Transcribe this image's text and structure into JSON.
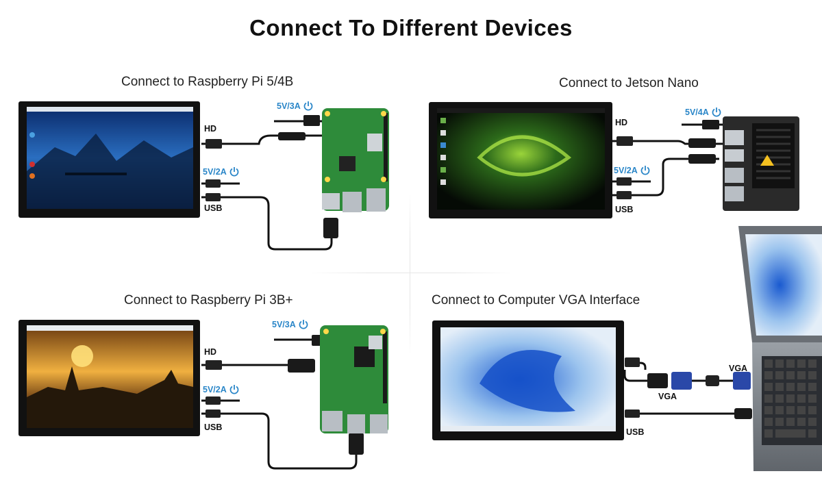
{
  "title": "Connect To Different Devices",
  "sections": [
    {
      "title": "Connect to Raspberry Pi 5/4B",
      "ports": {
        "hd": "HD",
        "power": "5V/2A",
        "usb": "USB"
      },
      "device_power": "5V/3A"
    },
    {
      "title": "Connect to Jetson Nano",
      "ports": {
        "hd": "HD",
        "power": "5V/2A",
        "usb": "USB"
      },
      "device_power": "5V/4A"
    },
    {
      "title": "Connect to Raspberry Pi 3B+",
      "ports": {
        "hd": "HD",
        "power": "5V/2A",
        "usb": "USB"
      },
      "device_power": "5V/3A"
    },
    {
      "title": "Connect to Computer VGA Interface",
      "ports": {
        "usb": "USB"
      },
      "vga_labels": [
        "VGA",
        "VGA"
      ]
    }
  ],
  "colors": {
    "accent": "#2a86c8",
    "screen_bezel": "#111111",
    "board_green": "#2e8b3a"
  },
  "icons": [
    "power-icon"
  ]
}
